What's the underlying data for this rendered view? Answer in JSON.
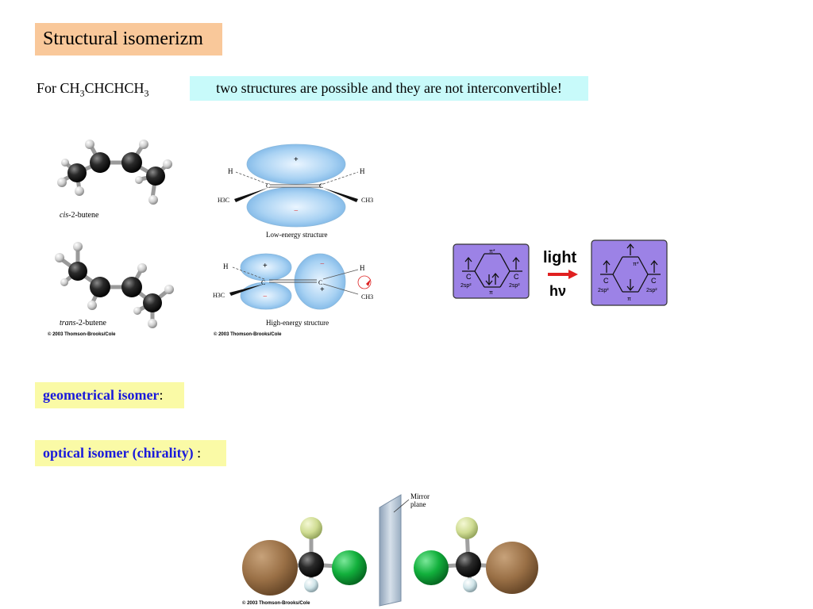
{
  "slide": {
    "title": "Structural isomerizm",
    "formula_prefix": "For CH",
    "formula_sub1": "3",
    "formula_mid": "CHCHCH",
    "formula_sub2": "3",
    "note": "two structures are possible and they are not interconvertible!",
    "geometrical_label": "geometrical isomer",
    "geometrical_colon": ":",
    "optical_label": "optical isomer (chirality)",
    "optical_colon": " :"
  },
  "butene": {
    "cis_prefix": "cis",
    "cis_suffix": "-2-butene",
    "trans_prefix": "trans",
    "trans_suffix": "-2-butene",
    "copyright": "© 2003 Thomson-Brooks/Cole"
  },
  "orbitals": {
    "low_caption": "Low-energy structure",
    "high_caption": "High-energy structure",
    "copyright": "© 2003 Thomson-Brooks/Cole",
    "label_H": "H",
    "label_C": "C",
    "label_H3C": "H3C",
    "label_CH3": "CH3",
    "plus": "+",
    "minus": "−"
  },
  "energy_diagram": {
    "light_label": "light",
    "hv_label": "hν",
    "pi_star": "π*",
    "pi": "π",
    "carbon": "C",
    "sp2": "2sp²"
  },
  "chirality": {
    "mirror_label_line1": "Mirror",
    "mirror_label_line2": "plane",
    "copyright": "© 2003 Thomson-Brooks/Cole"
  },
  "colors": {
    "title_bg": "#f9c89a",
    "note_bg": "#c8fafa",
    "label_bg": "#fafaa6",
    "label_text": "#1a1adb",
    "diagram_bg": "#9c82e6",
    "orbital": "#8cc0ee",
    "arrow": "#e02020"
  }
}
